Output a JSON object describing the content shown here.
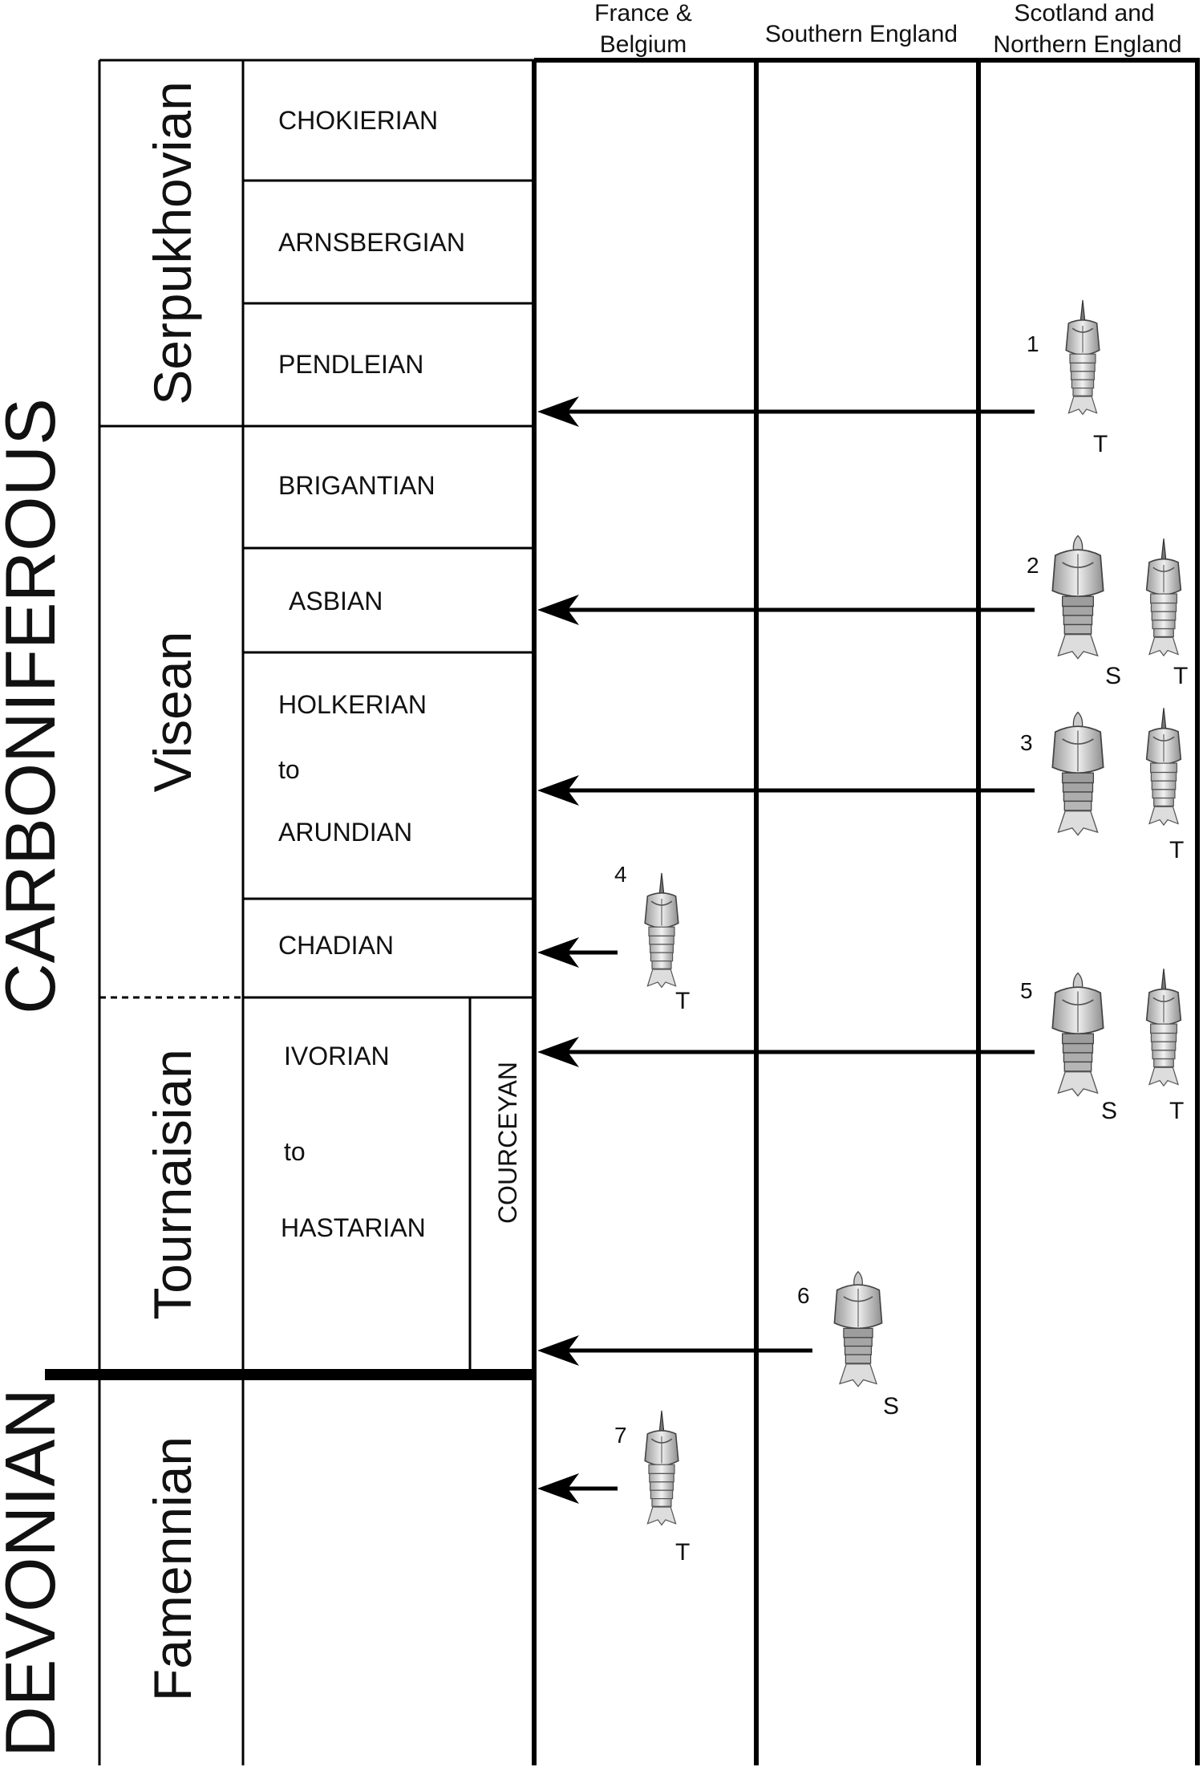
{
  "periods": {
    "carboniferous": "CARBONIFEROUS",
    "devonian": "DEVONIAN"
  },
  "series": {
    "serpukhovian": "Serpukhovian",
    "visean": "Visean",
    "tournaisian": "Tournaisian",
    "famennian": "Famennian"
  },
  "stages": {
    "chokierian": "CHOKIERIAN",
    "arnsbergian": "ARNSBERGIAN",
    "pendleian": "PENDLEIAN",
    "brigantian": "BRIGANTIAN",
    "asbian": "ASBIAN",
    "holkerian": "HOLKERIAN",
    "holkerian_to": "to",
    "arundian": "ARUNDIAN",
    "chadian": "CHADIAN",
    "ivorian": "IVORIAN",
    "ivorian_to": "to",
    "hastarian": "HASTARIAN",
    "courceyan": "COURCEYAN"
  },
  "columns": {
    "france_line1": "France &",
    "france_line2": "Belgium",
    "southern_england": "Southern England",
    "scotland_line1": "Scotland and",
    "scotland_line2": "Northern England"
  },
  "records": [
    {
      "number": "1",
      "views": [
        "T"
      ]
    },
    {
      "number": "2",
      "views": [
        "S",
        "T"
      ]
    },
    {
      "number": "3",
      "views": [
        "T"
      ]
    },
    {
      "number": "4",
      "views": [
        "T"
      ]
    },
    {
      "number": "5",
      "views": [
        "S",
        "T"
      ]
    },
    {
      "number": "6",
      "views": [
        "S"
      ]
    },
    {
      "number": "7",
      "views": [
        "T"
      ]
    }
  ]
}
